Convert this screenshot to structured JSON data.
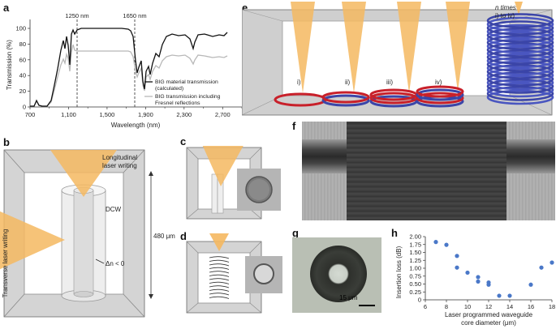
{
  "panels": {
    "a": "a",
    "b": "b",
    "c": "c",
    "d": "d",
    "e": "e",
    "f": "f",
    "g": "g",
    "h": "h"
  },
  "panel_a": {
    "ylabel": "Transmission (%)",
    "xlabel": "Wavelength (nm)",
    "xticks": [
      "700",
      "1,100",
      "1,500",
      "1,900",
      "2,300",
      "2,700"
    ],
    "xticks_minor": [
      "900",
      "1,300",
      "1,700",
      "2,100",
      "2,500",
      "2,900"
    ],
    "yticks": [
      "0",
      "20",
      "40",
      "60",
      "80",
      "100"
    ],
    "marker1": "1250 nm",
    "marker2": "1650 nm",
    "legend1": "BIG material transmission (calculated)",
    "legend1a": "BIG material transmission",
    "legend1b": "(calculated)",
    "legend2a": "BIG transmission including",
    "legend2b": "Fresnel reflections"
  },
  "panel_b": {
    "longitudinal1": "Longitudinal",
    "longitudinal2": "laser writing",
    "dcw": "DCW",
    "dn": "Δn < 0",
    "size": "480 μm",
    "transverse": "Transverse laser writing"
  },
  "panel_e": {
    "labels": [
      "i)",
      "ii)",
      "iii)",
      "iv)"
    ],
    "ntimes1": "n times",
    "ntimes2": "i) to iv)"
  },
  "panel_g": {
    "scale": "15 μm"
  },
  "chart_data": {
    "type": "scatter",
    "title": "",
    "xlabel": "Laser programmed waveguide core diameter (μm)",
    "xlabel1": "Laser programmed waveguide",
    "xlabel2": "core diameter (μm)",
    "ylabel": "Insertion loss (dB)",
    "xlim": [
      6,
      18
    ],
    "ylim": [
      0,
      2.0
    ],
    "xticks": [
      "6",
      "8",
      "10",
      "12",
      "14",
      "16",
      "18"
    ],
    "yticks": [
      "0",
      "0.25",
      "0.50",
      "0.75",
      "1.00",
      "1.25",
      "1.50",
      "1.75",
      "2.00"
    ],
    "point_color": "#4a78c8",
    "points": [
      {
        "x": 7.0,
        "y": 1.83
      },
      {
        "x": 8.0,
        "y": 1.74
      },
      {
        "x": 9.0,
        "y": 1.39
      },
      {
        "x": 9.0,
        "y": 1.02
      },
      {
        "x": 10.0,
        "y": 0.86
      },
      {
        "x": 11.0,
        "y": 0.72
      },
      {
        "x": 11.0,
        "y": 0.58
      },
      {
        "x": 12.0,
        "y": 0.55
      },
      {
        "x": 12.0,
        "y": 0.48
      },
      {
        "x": 13.0,
        "y": 0.13
      },
      {
        "x": 14.0,
        "y": 0.13
      },
      {
        "x": 16.0,
        "y": 0.48
      },
      {
        "x": 17.0,
        "y": 1.02
      },
      {
        "x": 18.0,
        "y": 1.18
      }
    ]
  }
}
